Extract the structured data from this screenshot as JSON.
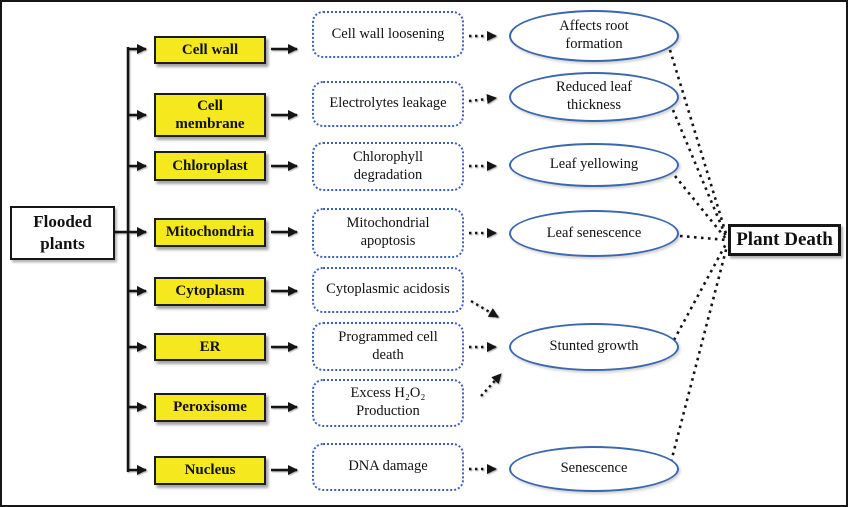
{
  "colors": {
    "background": "#ffffff",
    "frame_border": "#161616",
    "organ_fill": "#f5e81f",
    "organ_border": "#1c1c1c",
    "effect_border": "#3e5fc1",
    "outcome_border": "#3b67ac",
    "connector": "#141414"
  },
  "source": {
    "label": "Flooded\nplants"
  },
  "sink": {
    "label": "Plant Death"
  },
  "rows": [
    {
      "organ": "Cell wall",
      "effect": "Cell wall loosening"
    },
    {
      "organ": "Cell\nmembrane",
      "effect": "Electrolytes leakage"
    },
    {
      "organ": "Chloroplast",
      "effect": "Chlorophyll\ndegradation"
    },
    {
      "organ": "Mitochondria",
      "effect": "Mitochondrial\napoptosis"
    },
    {
      "organ": "Cytoplasm",
      "effect": "Cytoplasmic acidosis"
    },
    {
      "organ": "ER",
      "effect": "Programmed cell\ndeath"
    },
    {
      "organ": "Peroxisome",
      "effect": "Excess H₂O₂\nProduction"
    },
    {
      "organ": "Nucleus",
      "effect": "DNA damage"
    }
  ],
  "outcomes": [
    {
      "label": "Affects root\nformation"
    },
    {
      "label": "Reduced leaf\nthickness"
    },
    {
      "label": "Leaf yellowing"
    },
    {
      "label": "Leaf senescence"
    },
    {
      "label": "Stunted growth"
    },
    {
      "label": "Senescence"
    }
  ]
}
